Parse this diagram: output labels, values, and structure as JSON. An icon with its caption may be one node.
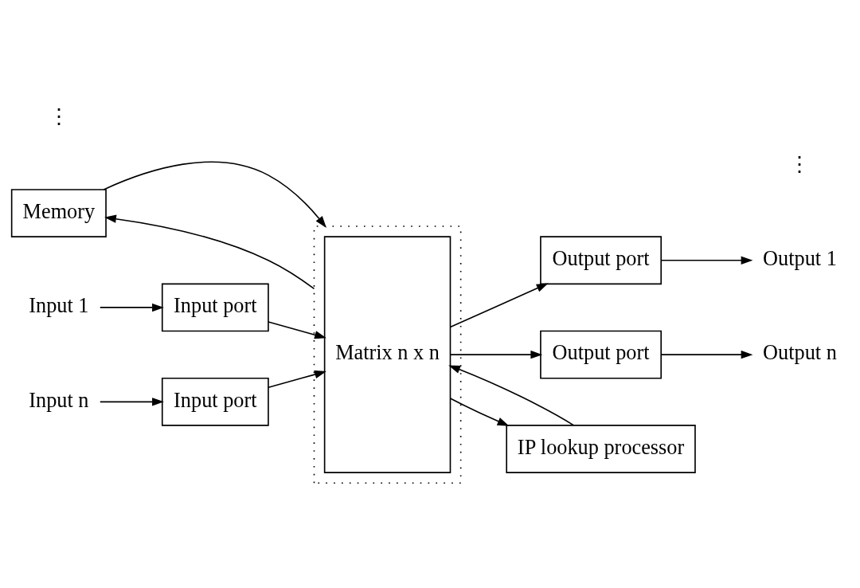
{
  "diagram": {
    "nodes": [
      {
        "text": [
          "Memory"
        ]
      },
      {
        "text": [],
        "shape": "box"
      },
      {
        "text": [
          "Matrix n x n"
        ],
        "in": 1
      },
      {
        "text": [
          "Input 1"
        ]
      },
      {
        "text": [
          "Input port"
        ]
      },
      {
        "text": [
          "Output port"
        ]
      },
      {
        "text": [
          "Output 1"
        ]
      },
      {
        "text": [
          "Input n"
        ]
      },
      {
        "text": [
          "Input port"
        ]
      },
      {
        "text": [
          "Output port"
        ]
      },
      {
        "text": [
          "Output n"
        ]
      },
      {
        "text": [
          "IP lookup processor"
        ]
      }
    ],
    "edges": [
      {
        "from": 0,
        "to": 1,
        "arrow": "to"
      },
      {
        "from": 1,
        "to": 0,
        "arrow": "to"
      },
      {
        "from": 3,
        "to": 4,
        "arrow": "to"
      },
      {
        "from": 4,
        "to": 2,
        "arrow": "to"
      },
      {
        "from": 2,
        "to": 5,
        "arrow": "to"
      },
      {
        "from": 5,
        "to": 6,
        "arrow": "to"
      },
      {
        "from": 7,
        "to": 8,
        "arrow": "to"
      },
      {
        "from": 8,
        "to": 2,
        "arrow": "to"
      },
      {
        "from": 2,
        "to": 9,
        "arrow": "to"
      },
      {
        "from": 9,
        "to": 10,
        "arrow": "to"
      },
      {
        "from": 2,
        "to": 11,
        "arrow": "to"
      },
      {
        "from": 11,
        "to": 2,
        "arrow": "to"
      }
    ],
    "labels": [
      "⋮",
      "⋮"
    ]
  }
}
